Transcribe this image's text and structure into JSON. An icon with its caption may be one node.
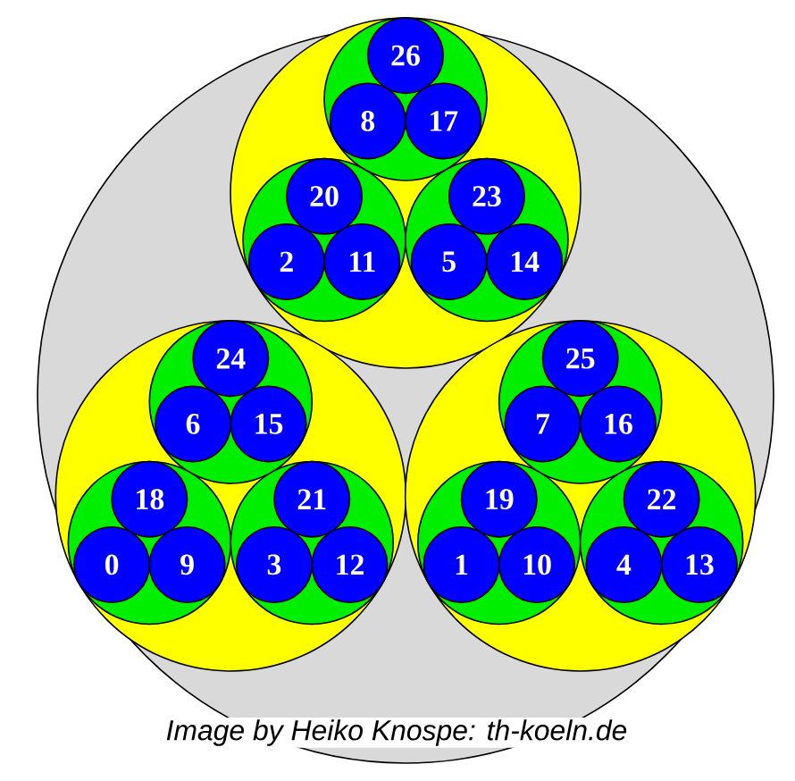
{
  "diagram": {
    "caption": "Image by Heiko Knospe: th-koeln.de",
    "nodes": [
      {
        "text": [],
        "shape": "circle"
      },
      {
        "text": [],
        "shape": "circle",
        "in": 0
      },
      {
        "text": [],
        "shape": "circle",
        "in": 1
      },
      {
        "text": [
          "26"
        ],
        "in": 2
      },
      {
        "text": [
          "8"
        ],
        "in": 2
      },
      {
        "text": [
          "17"
        ],
        "in": 2
      },
      {
        "text": [],
        "shape": "circle",
        "in": 1
      },
      {
        "text": [
          "20"
        ],
        "in": 6
      },
      {
        "text": [
          "2"
        ],
        "in": 6
      },
      {
        "text": [
          "11"
        ],
        "in": 6
      },
      {
        "text": [],
        "shape": "circle",
        "in": 1
      },
      {
        "text": [
          "23"
        ],
        "in": 10
      },
      {
        "text": [
          "5"
        ],
        "in": 10
      },
      {
        "text": [
          "14"
        ],
        "in": 10
      },
      {
        "text": [],
        "shape": "circle",
        "in": 0
      },
      {
        "text": [],
        "shape": "circle",
        "in": 14
      },
      {
        "text": [
          "24"
        ],
        "in": 15
      },
      {
        "text": [
          "6"
        ],
        "in": 15
      },
      {
        "text": [
          "15"
        ],
        "in": 15
      },
      {
        "text": [],
        "shape": "circle",
        "in": 14
      },
      {
        "text": [
          "18"
        ],
        "in": 19
      },
      {
        "text": [
          "0"
        ],
        "in": 19
      },
      {
        "text": [
          "9"
        ],
        "in": 19
      },
      {
        "text": [],
        "shape": "circle",
        "in": 14
      },
      {
        "text": [
          "21"
        ],
        "in": 23
      },
      {
        "text": [
          "3"
        ],
        "in": 23
      },
      {
        "text": [
          "12"
        ],
        "in": 23
      },
      {
        "text": [],
        "shape": "circle",
        "in": 0
      },
      {
        "text": [],
        "shape": "circle",
        "in": 27
      },
      {
        "text": [
          "25"
        ],
        "in": 28
      },
      {
        "text": [
          "7"
        ],
        "in": 28
      },
      {
        "text": [
          "16"
        ],
        "in": 28
      },
      {
        "text": [],
        "shape": "circle",
        "in": 27
      },
      {
        "text": [
          "19"
        ],
        "in": 32
      },
      {
        "text": [
          "1"
        ],
        "in": 32
      },
      {
        "text": [
          "10"
        ],
        "in": 32
      },
      {
        "text": [],
        "shape": "circle",
        "in": 27
      },
      {
        "text": [
          "22"
        ],
        "in": 36
      },
      {
        "text": [
          "4"
        ],
        "in": 36
      },
      {
        "text": [
          "13"
        ],
        "in": 36
      }
    ]
  }
}
